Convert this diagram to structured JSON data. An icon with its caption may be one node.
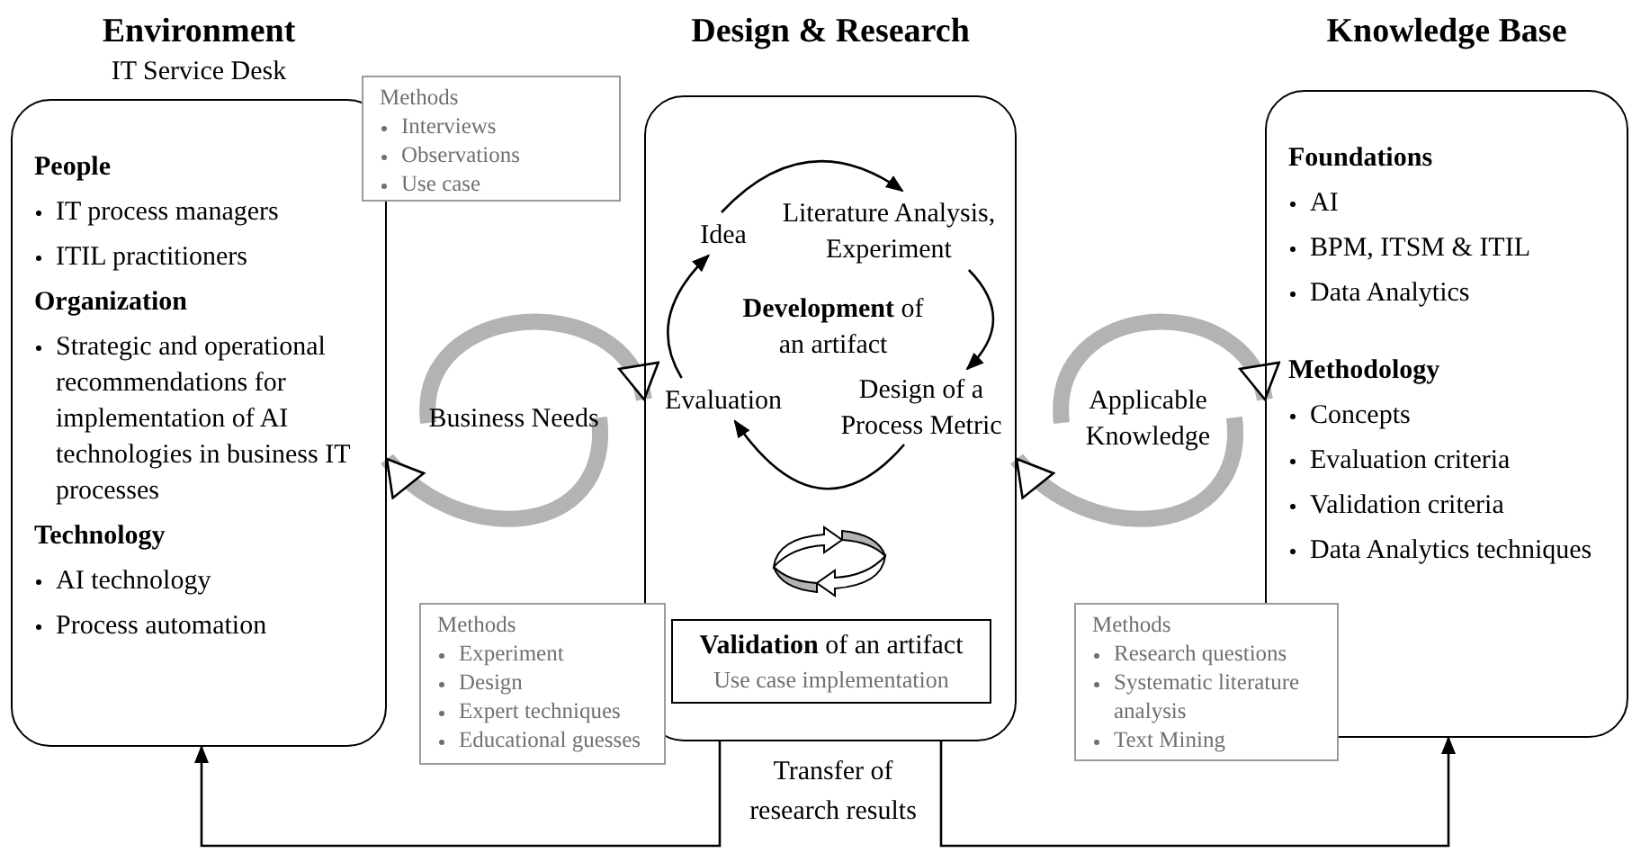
{
  "diagram": {
    "nodes": [
      {
        "text": [
          "Environment",
          "IT Service Desk",
          "People",
          "IT process managers",
          "ITIL practitioners",
          "Organization",
          "Strategic and operational recommendations for implementation of AI technologies in business IT processes",
          "Technology",
          "AI technology",
          "Process automation"
        ]
      },
      {
        "text": [
          "Methods",
          "Interviews",
          "Observations",
          "Use case"
        ]
      },
      {
        "text": [
          "Business Needs"
        ]
      },
      {
        "text": [
          "Design & Research"
        ]
      },
      {
        "text": [
          "Idea"
        ],
        "in": 3
      },
      {
        "text": [
          "Literature Analysis, Experiment"
        ],
        "in": 3
      },
      {
        "text": [
          "**Development** of an artifact"
        ],
        "in": 3
      },
      {
        "text": [
          "Design of a Process Metric"
        ],
        "in": 3
      },
      {
        "text": [
          "Evaluation"
        ],
        "in": 3
      },
      {
        "text": [
          "**Validation** of an artifact",
          "Use case implementation"
        ],
        "in": 3
      },
      {
        "text": [
          "Methods",
          "Experiment",
          "Design",
          "Expert techniques",
          "Educational guesses"
        ]
      },
      {
        "text": [
          "Applicable Knowledge"
        ]
      },
      {
        "text": [
          "Knowledge Base",
          "Foundations",
          "AI",
          "BPM, ITSM & ITIL",
          "Data Analytics",
          "Methodology",
          "Concepts",
          "Evaluation criteria",
          "Validation criteria",
          "Data Analytics techniques"
        ]
      },
      {
        "text": [
          "Methods",
          "Research questions",
          "Systematic literature analysis",
          "Text Mining"
        ]
      }
    ],
    "edges": [
      {
        "from": 4,
        "to": 5,
        "arrow": "to"
      },
      {
        "from": 5,
        "to": 7,
        "arrow": "to"
      },
      {
        "from": 7,
        "to": 8,
        "arrow": "to"
      },
      {
        "from": 8,
        "to": 4,
        "arrow": "to"
      },
      {
        "from": 2,
        "to": 3,
        "arrow": "to",
        "style": "thick",
        "color": "#b3b3b3"
      },
      {
        "from": 2,
        "to": 0,
        "arrow": "to",
        "style": "thick",
        "color": "#b3b3b3"
      },
      {
        "from": 11,
        "to": 12,
        "arrow": "to",
        "style": "thick",
        "color": "#b3b3b3"
      },
      {
        "from": 11,
        "to": 3,
        "arrow": "to",
        "style": "thick",
        "color": "#b3b3b3"
      },
      {
        "from": 3,
        "to": 0,
        "arrow": "to"
      },
      {
        "from": 3,
        "to": 12,
        "arrow": "to"
      }
    ],
    "labels": [
      "Transfer of research results"
    ]
  }
}
